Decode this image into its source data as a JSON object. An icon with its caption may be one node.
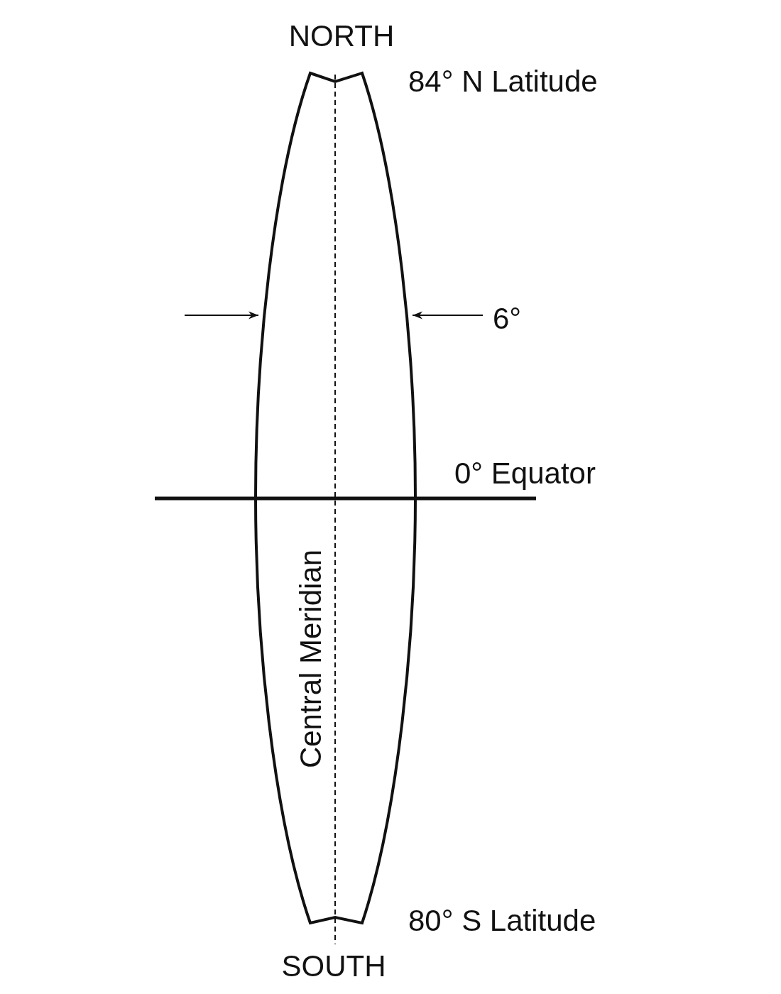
{
  "diagram": {
    "labels": [
      "NORTH",
      "84° N Latitude",
      "6°",
      "0° Equator",
      "Central Meridian",
      "80° S Latitude",
      "SOUTH"
    ]
  }
}
